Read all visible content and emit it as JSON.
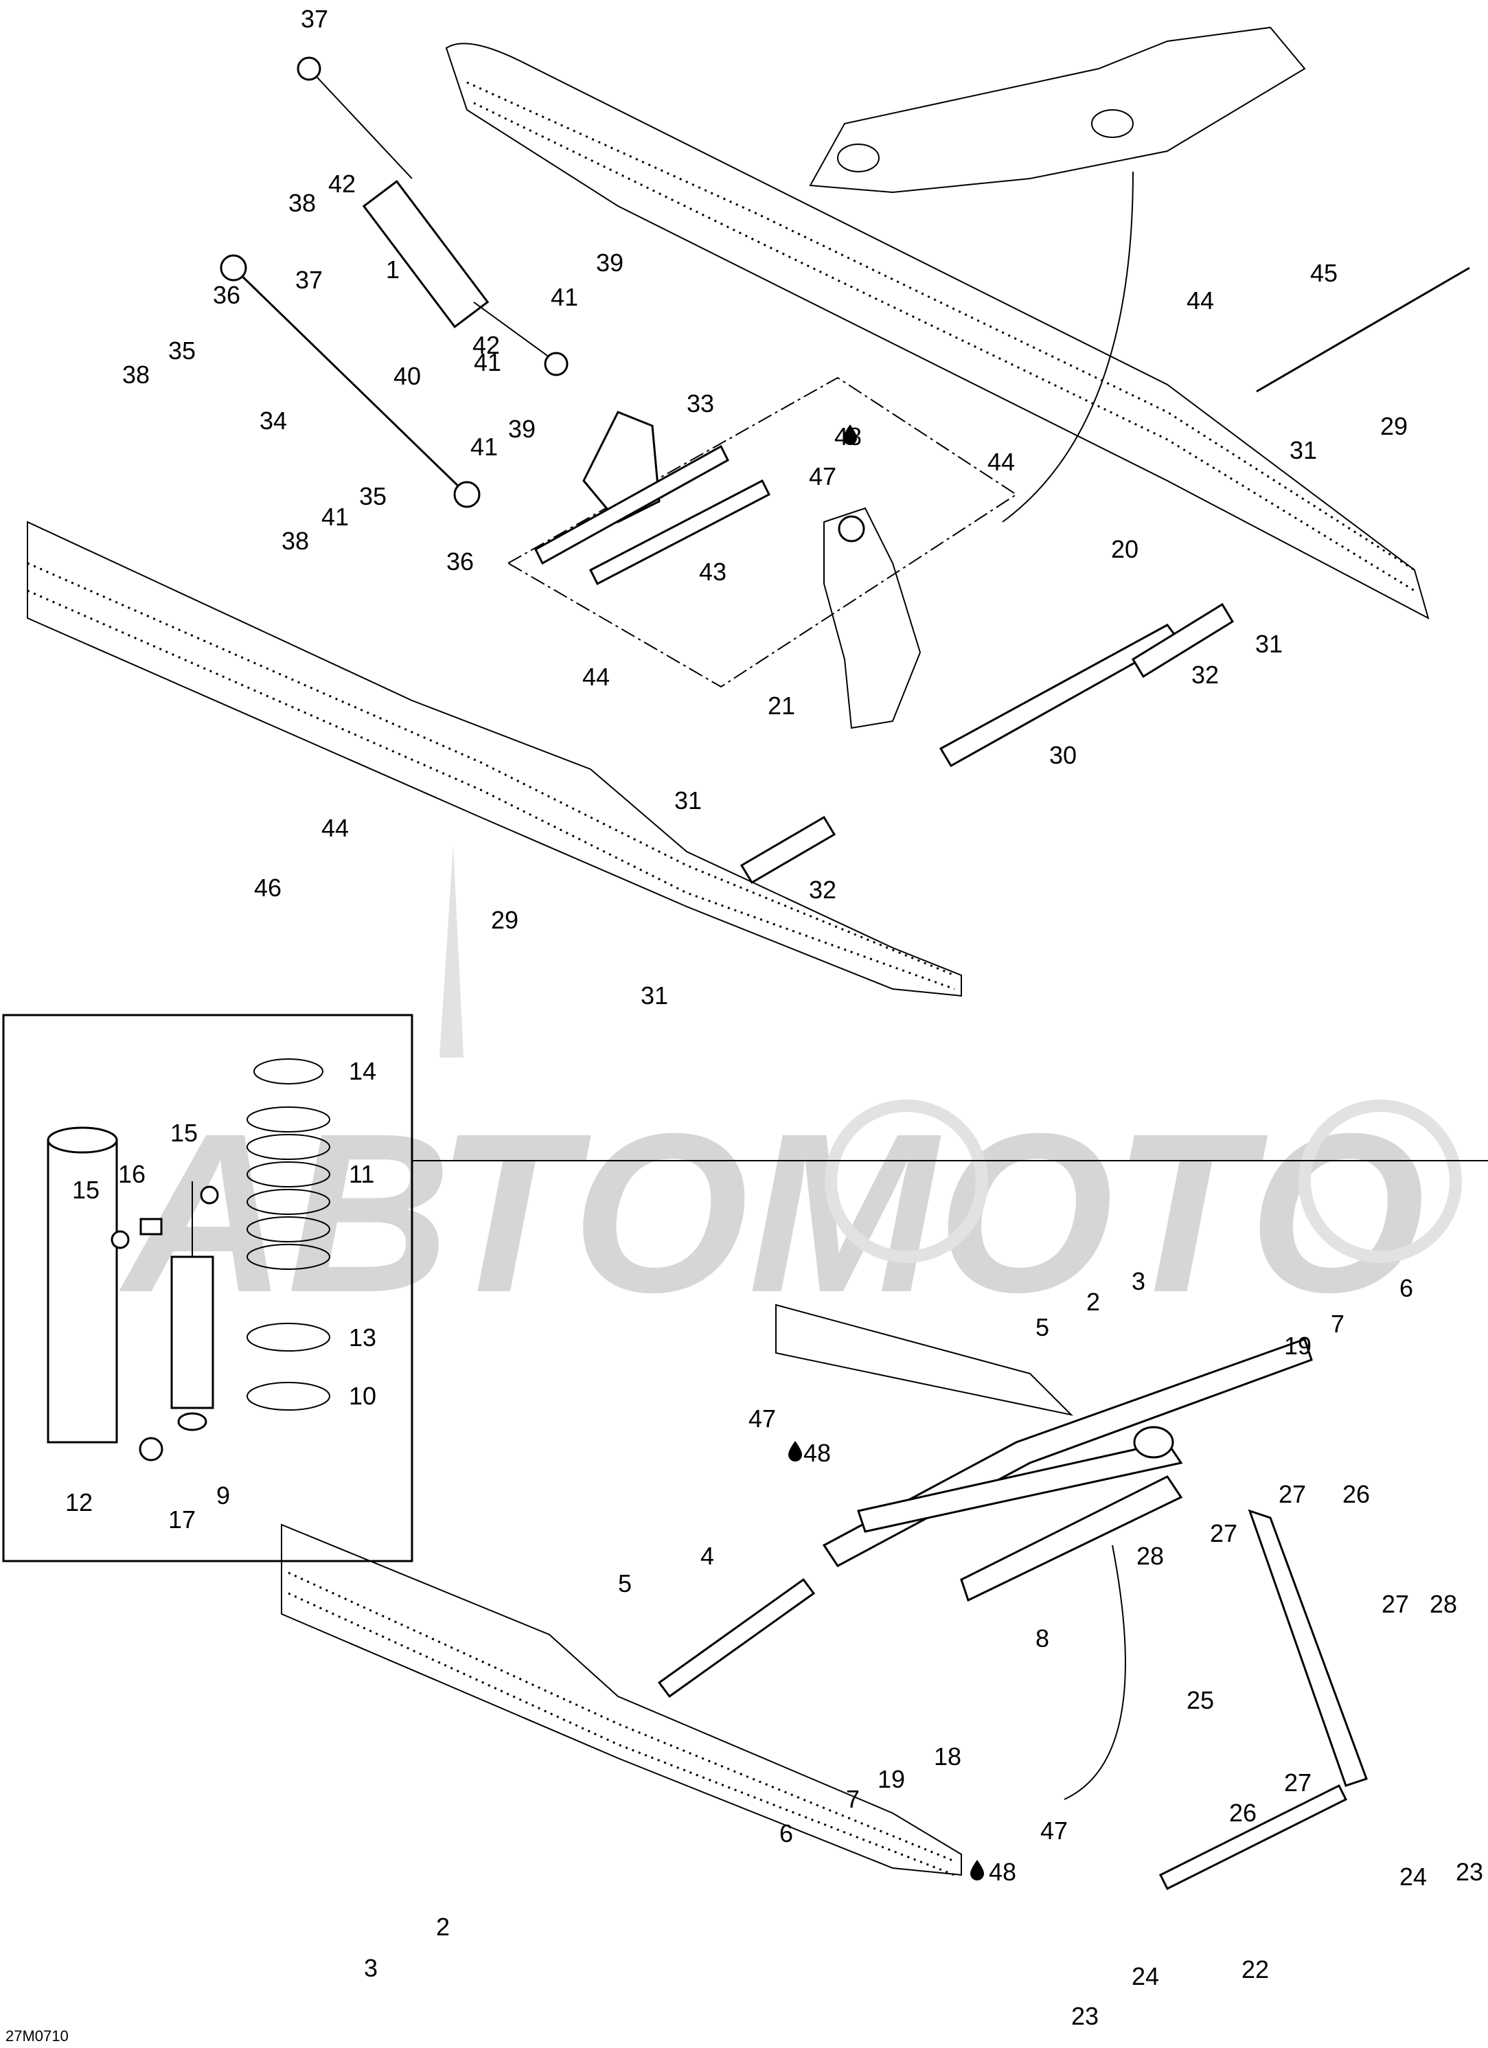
{
  "watermark": "АВТОМОТО",
  "diagram_code": "27M0710",
  "lubricant_symbol": "drop-icon",
  "colors": {
    "ink": "#000000",
    "watermark": "#d6d6d6",
    "background": "#ffffff"
  },
  "callouts": {
    "c1": "1",
    "c2": "2",
    "c3": "3",
    "c4": "4",
    "c5": "5",
    "c6": "6",
    "c7": "7",
    "c8": "8",
    "c9": "9",
    "c10": "10",
    "c11": "11",
    "c12": "12",
    "c13": "13",
    "c14": "14",
    "c15": "15",
    "c16": "16",
    "c17": "17",
    "c18": "18",
    "c19": "19",
    "c20": "20",
    "c21": "21",
    "c22": "22",
    "c23": "23",
    "c24": "24",
    "c25": "25",
    "c26": "26",
    "c27": "27",
    "c28": "28",
    "c29": "29",
    "c30": "30",
    "c31": "31",
    "c32": "32",
    "c33": "33",
    "c34": "34",
    "c35": "35",
    "c36": "36",
    "c37": "37",
    "c38": "38",
    "c39": "39",
    "c40": "40",
    "c41": "41",
    "c42": "42",
    "c43": "43",
    "c44": "44",
    "c45": "45",
    "c46": "46",
    "c47": "47",
    "c48": "48"
  }
}
